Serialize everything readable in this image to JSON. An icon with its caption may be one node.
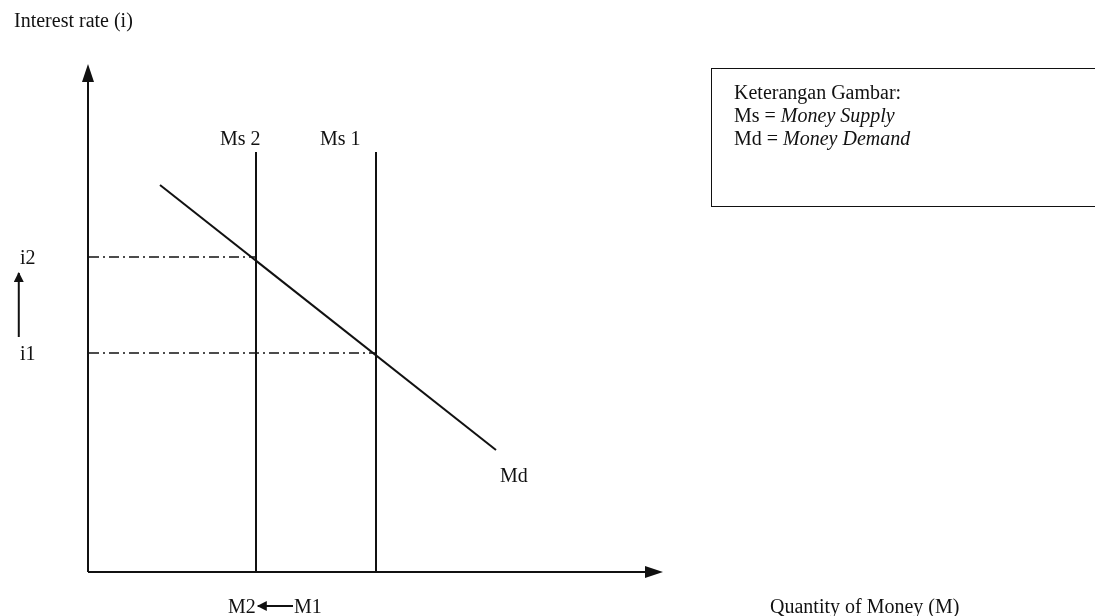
{
  "diagram": {
    "nodes": [
      {
        "text": [
          "i2"
        ]
      },
      {
        "text": [
          "i1"
        ]
      },
      {
        "text": [
          "M2"
        ]
      },
      {
        "text": [
          "M1"
        ]
      },
      {
        "text": [
          "Keterangan Gambar:",
          "Ms = *Money Supply*",
          "Md = *Money Demand*"
        ]
      }
    ],
    "edges": [
      {
        "from": 1,
        "to": 0,
        "arrow": "to"
      },
      {
        "from": 3,
        "to": 2,
        "arrow": "to"
      }
    ],
    "labels": [
      "Interest rate (i)",
      "Ms 2",
      "Ms 1",
      "Md",
      "Quantity of Money (M)"
    ]
  }
}
